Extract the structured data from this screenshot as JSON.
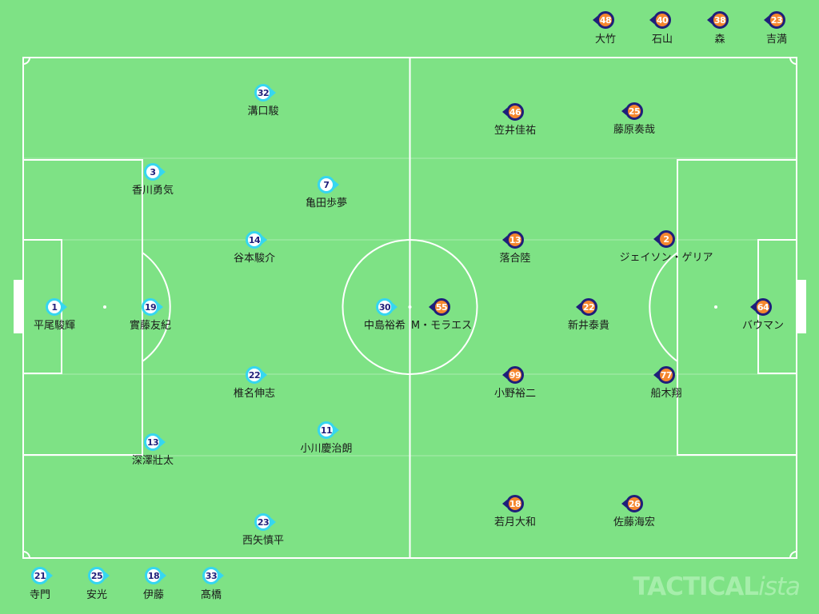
{
  "colors": {
    "pitch": "#7ee285",
    "lines": "#ffffff",
    "home_ring": "#36d6f0",
    "home_number": "#1f1f7a",
    "away_fill": "#f5872e",
    "away_ring": "#1f1f7a"
  },
  "home": {
    "starters": [
      {
        "num": "1",
        "name": "平尾駿輝"
      },
      {
        "num": "19",
        "name": "實藤友紀"
      },
      {
        "num": "3",
        "name": "香川勇気"
      },
      {
        "num": "13",
        "name": "深澤壯太"
      },
      {
        "num": "32",
        "name": "溝口駿"
      },
      {
        "num": "14",
        "name": "谷本駿介"
      },
      {
        "num": "22",
        "name": "椎名伸志"
      },
      {
        "num": "23",
        "name": "西矢慎平"
      },
      {
        "num": "7",
        "name": "亀田歩夢"
      },
      {
        "num": "11",
        "name": "小川慶治朗"
      },
      {
        "num": "30",
        "name": "中島裕希"
      }
    ],
    "subs": [
      {
        "num": "21",
        "name": "寺門"
      },
      {
        "num": "25",
        "name": "安光"
      },
      {
        "num": "18",
        "name": "伊藤"
      },
      {
        "num": "33",
        "name": "髙橋"
      }
    ]
  },
  "away": {
    "starters": [
      {
        "num": "64",
        "name": "バウマン"
      },
      {
        "num": "2",
        "name": "ジェイソン・ゲリア"
      },
      {
        "num": "22",
        "name": "新井泰貴"
      },
      {
        "num": "77",
        "name": "船木翔"
      },
      {
        "num": "46",
        "name": "笠井佳祐"
      },
      {
        "num": "25",
        "name": "藤原奏哉"
      },
      {
        "num": "13",
        "name": "落合陸"
      },
      {
        "num": "99",
        "name": "小野裕二"
      },
      {
        "num": "18",
        "name": "若月大和"
      },
      {
        "num": "26",
        "name": "佐藤海宏"
      },
      {
        "num": "55",
        "name": "M・モラエス"
      }
    ],
    "subs": [
      {
        "num": "48",
        "name": "大竹"
      },
      {
        "num": "40",
        "name": "石山"
      },
      {
        "num": "38",
        "name": "森"
      },
      {
        "num": "23",
        "name": "吉満"
      }
    ]
  },
  "watermark": {
    "main": "TACTICAL",
    "suffix": "ista"
  }
}
